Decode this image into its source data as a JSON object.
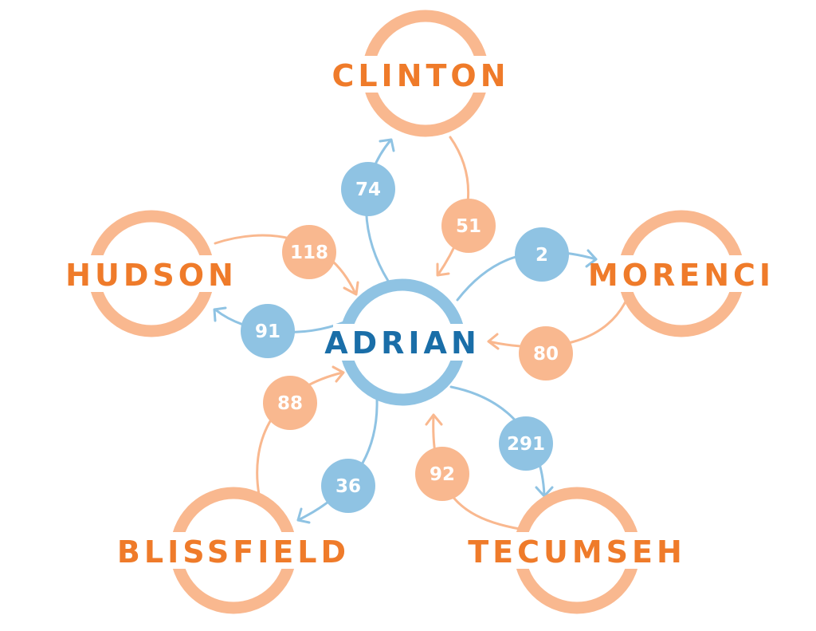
{
  "colors": {
    "outbound": "#8fc3e3",
    "inbound": "#f9b88f",
    "center_text": "#1a6ea8",
    "town_text": "#ef7b2a"
  },
  "center": {
    "name": "ADRIAN"
  },
  "towns": [
    {
      "id": "clinton",
      "name": "CLINTON",
      "outbound": "74",
      "inbound": "51"
    },
    {
      "id": "morenci",
      "name": "MORENCI",
      "outbound": "2",
      "inbound": "80"
    },
    {
      "id": "tecumseh",
      "name": "TECUMSEH",
      "outbound": "291",
      "inbound": "92"
    },
    {
      "id": "blissfield",
      "name": "BLISSFIELD",
      "outbound": "36",
      "inbound": "88"
    },
    {
      "id": "hudson",
      "name": "HUDSON",
      "outbound": "91",
      "inbound": "118"
    }
  ]
}
